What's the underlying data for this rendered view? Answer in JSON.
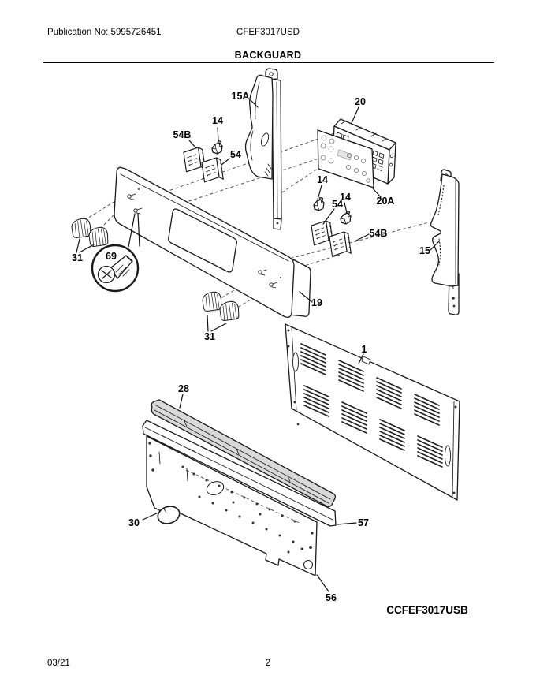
{
  "header": {
    "publication": "Publication No: 5995726451",
    "model": "CFEF3017USD",
    "title": "BACKGUARD"
  },
  "diagram": {
    "assembly_code": "CCFEF3017USB",
    "callouts": {
      "c15A": "15A",
      "c14a": "14",
      "c54Ba": "54B",
      "c54a": "54",
      "c20": "20",
      "c20A": "20A",
      "c14b": "14",
      "c14c": "14",
      "c54b": "54",
      "c54Bb": "54B",
      "c15": "15",
      "c31a": "31",
      "c69": "69",
      "c19": "19",
      "c31b": "31",
      "c1": "1",
      "c28": "28",
      "c30": "30",
      "c57": "57",
      "c56": "56"
    }
  },
  "footer": {
    "date": "03/21",
    "page": "2"
  }
}
